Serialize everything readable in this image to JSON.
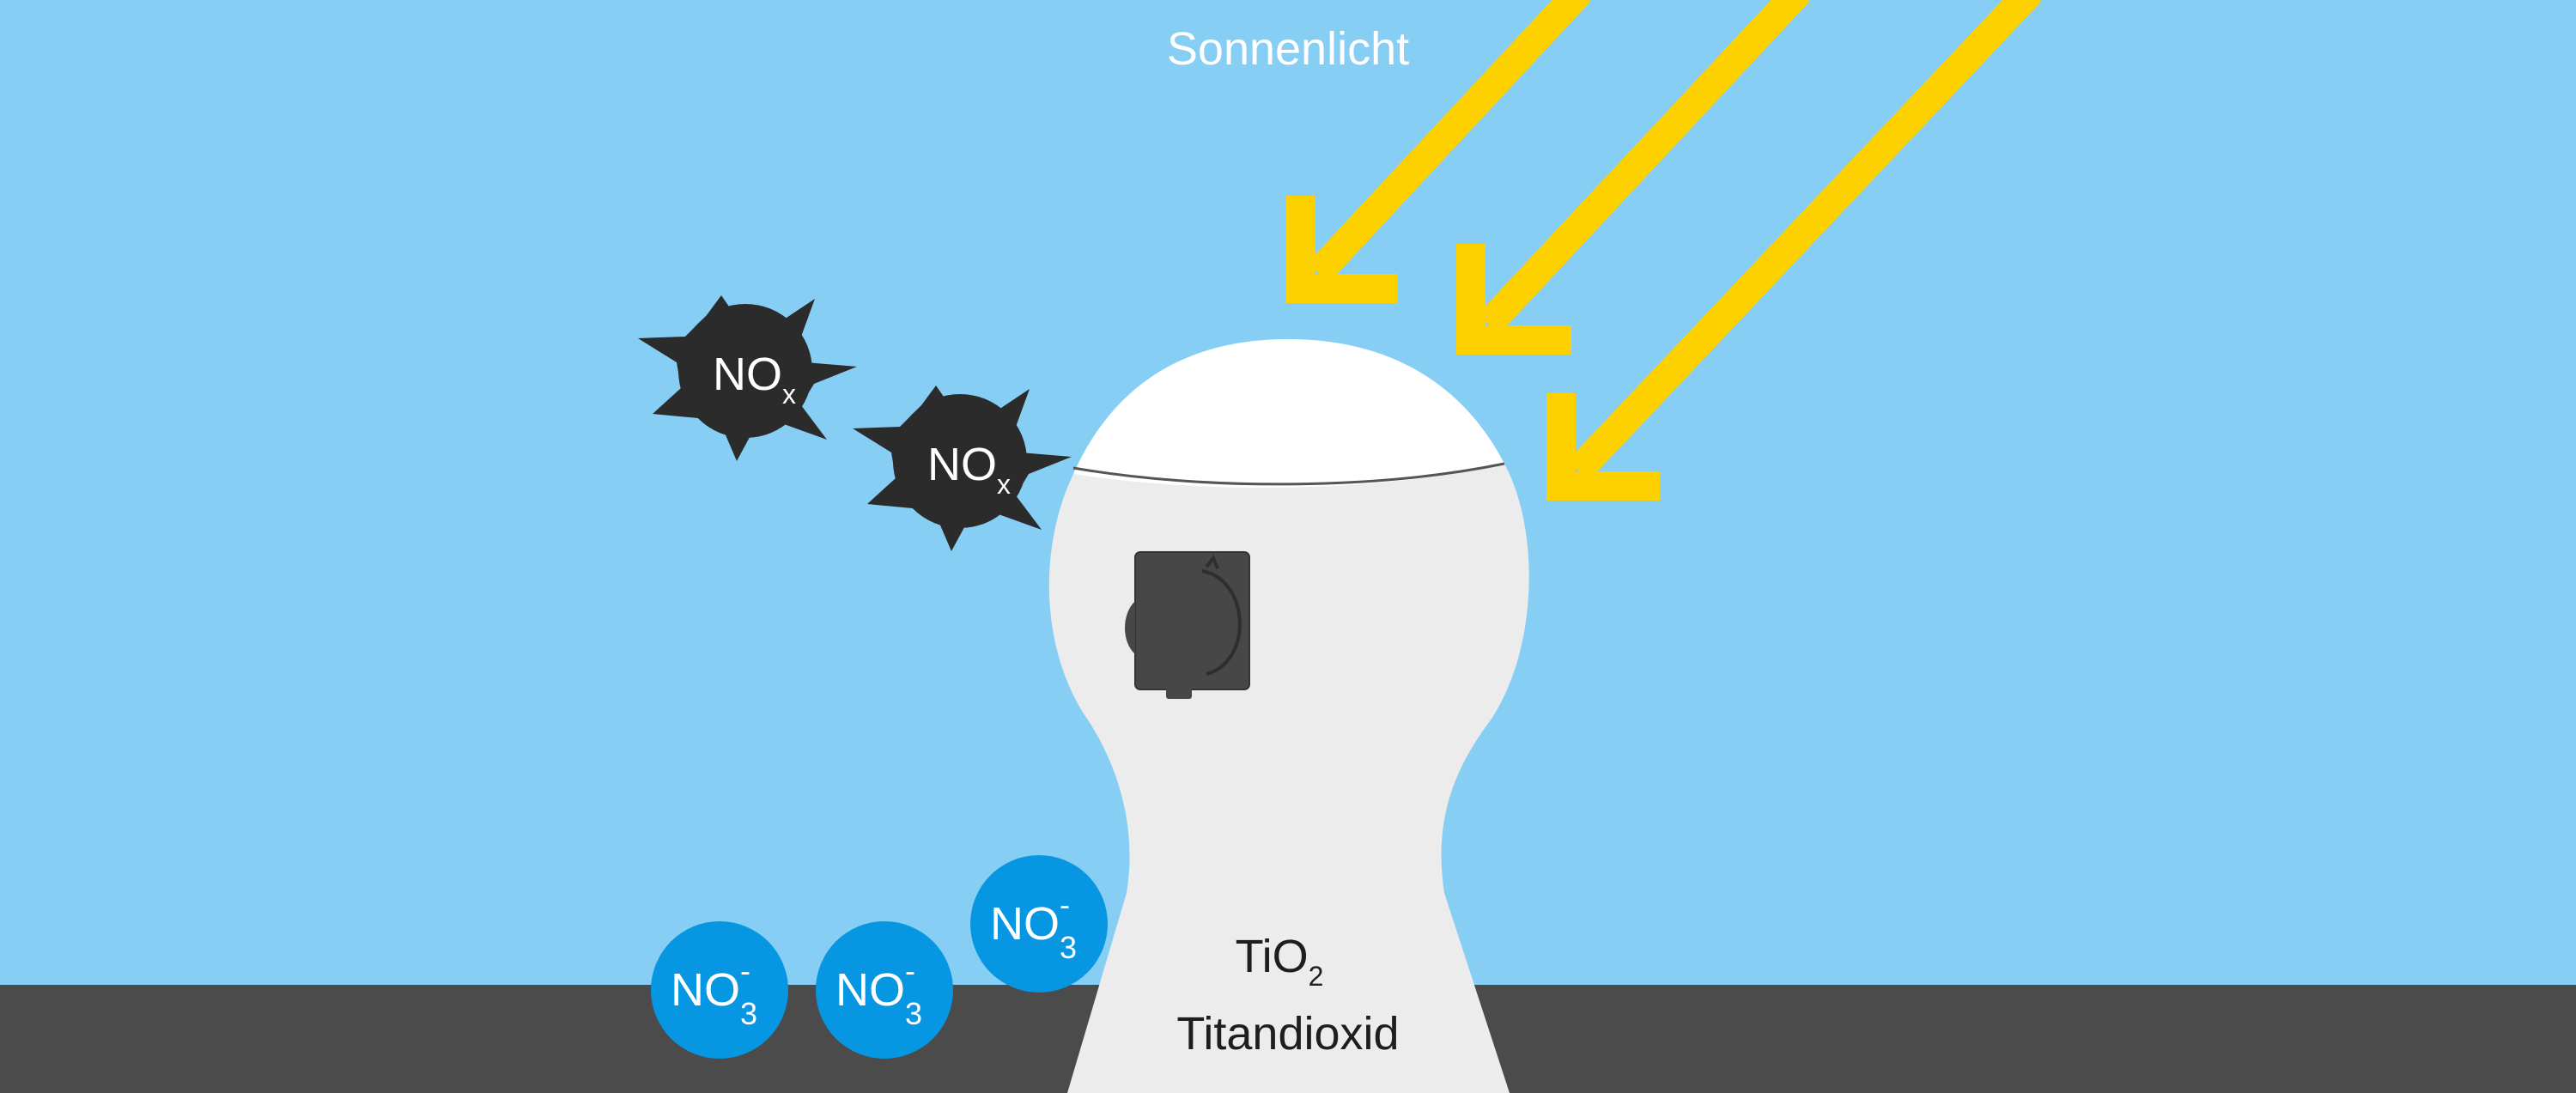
{
  "sunlight": {
    "label": "Sonnenlicht"
  },
  "pollutant": {
    "base": "NO",
    "sub": "x",
    "count": 2
  },
  "nitrate": {
    "base": "NO",
    "sub": "3",
    "sup": "-",
    "count": 3
  },
  "material": {
    "formula_base": "TiO",
    "formula_sub": "2",
    "name": "Titandioxid"
  },
  "colors": {
    "sky": "#87cef5",
    "ground": "#4b4b4b",
    "sun_rays": "#fdd000",
    "pollutant": "#2b2b2b",
    "nitrate": "#0797e2",
    "lamp_body": "#ececec",
    "lamp_cap": "#ffffff",
    "socket": "#4a4a4a"
  }
}
